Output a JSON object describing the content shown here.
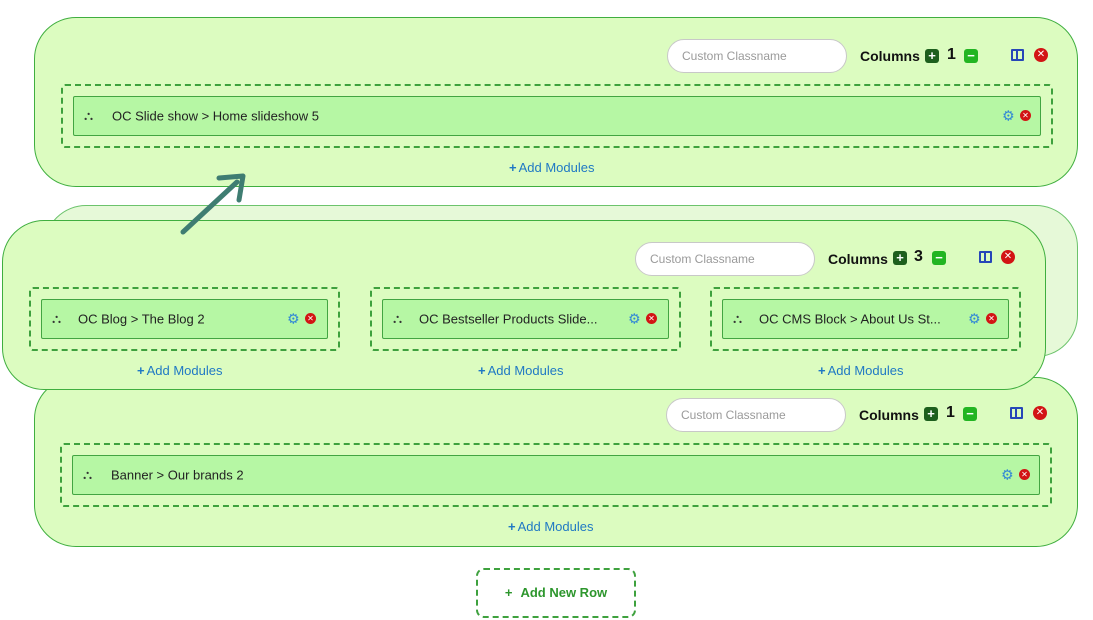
{
  "rows": [
    {
      "classname_placeholder": "Custom Classname",
      "columns_label": "Columns",
      "column_count": "1",
      "columns": [
        {
          "modules": [
            {
              "title": "OC Slide show > Home slideshow 5"
            }
          ],
          "add_modules_label": "Add Modules"
        }
      ]
    },
    {
      "classname_placeholder": "Custom Classname",
      "columns_label": "Columns",
      "column_count": "3",
      "columns": [
        {
          "modules": [
            {
              "title": "OC Blog > The Blog 2"
            }
          ],
          "add_modules_label": "Add Modules"
        },
        {
          "modules": [
            {
              "title": "OC Bestseller Products Slide..."
            }
          ],
          "add_modules_label": "Add Modules"
        },
        {
          "modules": [
            {
              "title": "OC CMS Block > About Us St..."
            }
          ],
          "add_modules_label": "Add Modules"
        }
      ]
    },
    {
      "classname_placeholder": "Custom Classname",
      "columns_label": "Columns",
      "column_count": "1",
      "columns": [
        {
          "modules": [
            {
              "title": "Banner > Our brands 2"
            }
          ],
          "add_modules_label": "Add Modules"
        }
      ]
    }
  ],
  "add_new_row_label": "Add New Row",
  "icons": {
    "module": "cubes-icon",
    "module_settings": "gears-icon",
    "remove": "remove-icon",
    "layout": "columns-layout-icon",
    "add_column": "plus-square-icon",
    "remove_column": "minus-square-icon",
    "drag_indicator": "arrow-up-right-icon"
  },
  "colors": {
    "row_bg": "#dcfcc0",
    "row_border": "#3fae3f",
    "module_bg": "#b6f7a4",
    "link": "#1f78c4",
    "danger": "#d21414",
    "layout_icon": "#2646b8"
  }
}
